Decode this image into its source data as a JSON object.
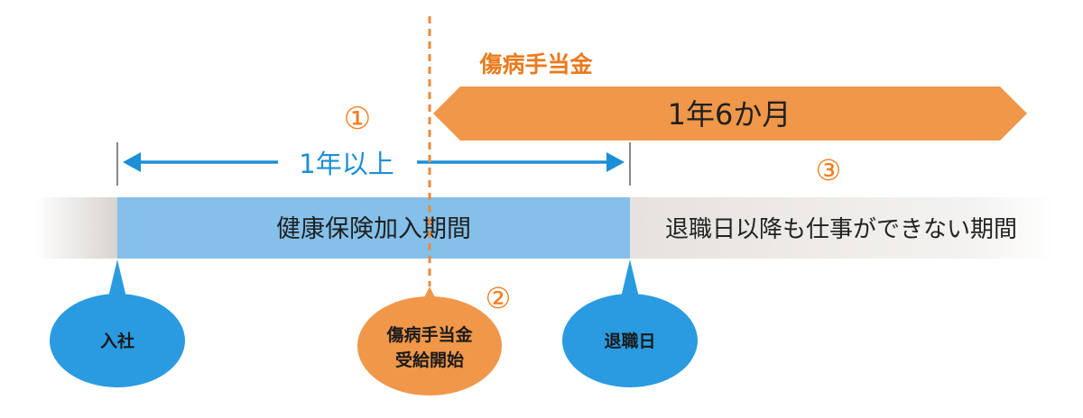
{
  "colors": {
    "orange": "#f0974a",
    "orange_text": "#ea7a1c",
    "blue": "#84c0ea",
    "blue_arrow": "#1c8fd6",
    "bubble_blue": "#2a9be0",
    "gray": "#e7e3df",
    "dashed_line": "#ec8a3c"
  },
  "benefit": {
    "title": "傷病手当金",
    "duration": "1年6か月"
  },
  "markers": {
    "one": "①",
    "two": "②",
    "three": "③"
  },
  "enrollment": {
    "span_label": "1年以上"
  },
  "bars": {
    "insured_period": "健康保険加入期間",
    "post_retirement": "退職日以降も仕事ができない期間"
  },
  "bubbles": {
    "joined": "入社",
    "benefit_start_line1": "傷病手当金",
    "benefit_start_line2": "受給開始",
    "retirement": "退職日"
  }
}
